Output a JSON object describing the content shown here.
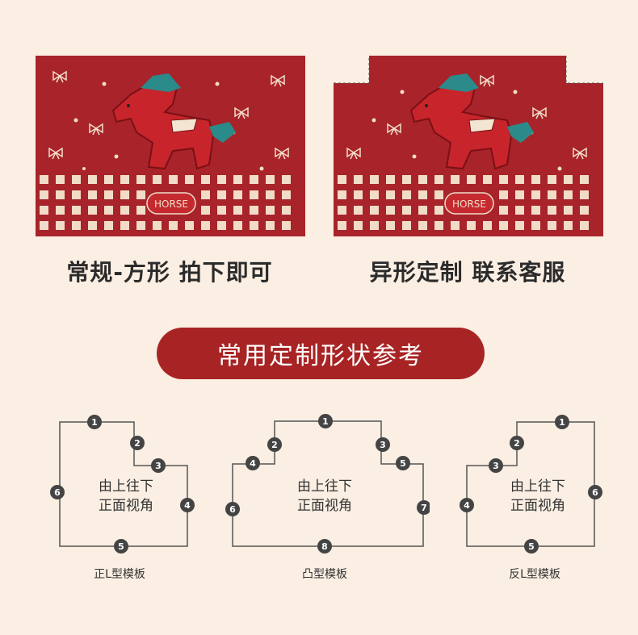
{
  "colors": {
    "background": "#fbeee3",
    "rug_red": "#a8232a",
    "pill_red": "#a82424",
    "outline": "#555555",
    "badge": "#444444"
  },
  "rugs": {
    "badge_text": "HORSE"
  },
  "captions": {
    "regular": "常规-方形 拍下即可",
    "custom": "异形定制 联系客服"
  },
  "section_title": "常用定制形状参考",
  "diagrams": {
    "inner_line1": "由上往下",
    "inner_line2": "正面视角",
    "shapes": [
      {
        "label": "正L型模板",
        "markers": [
          "1",
          "2",
          "3",
          "4",
          "5",
          "6"
        ]
      },
      {
        "label": "凸型模板",
        "markers": [
          "1",
          "2",
          "3",
          "4",
          "5",
          "6",
          "7",
          "8"
        ]
      },
      {
        "label": "反L型模板",
        "markers": [
          "1",
          "2",
          "3",
          "4",
          "5",
          "6"
        ]
      }
    ]
  }
}
